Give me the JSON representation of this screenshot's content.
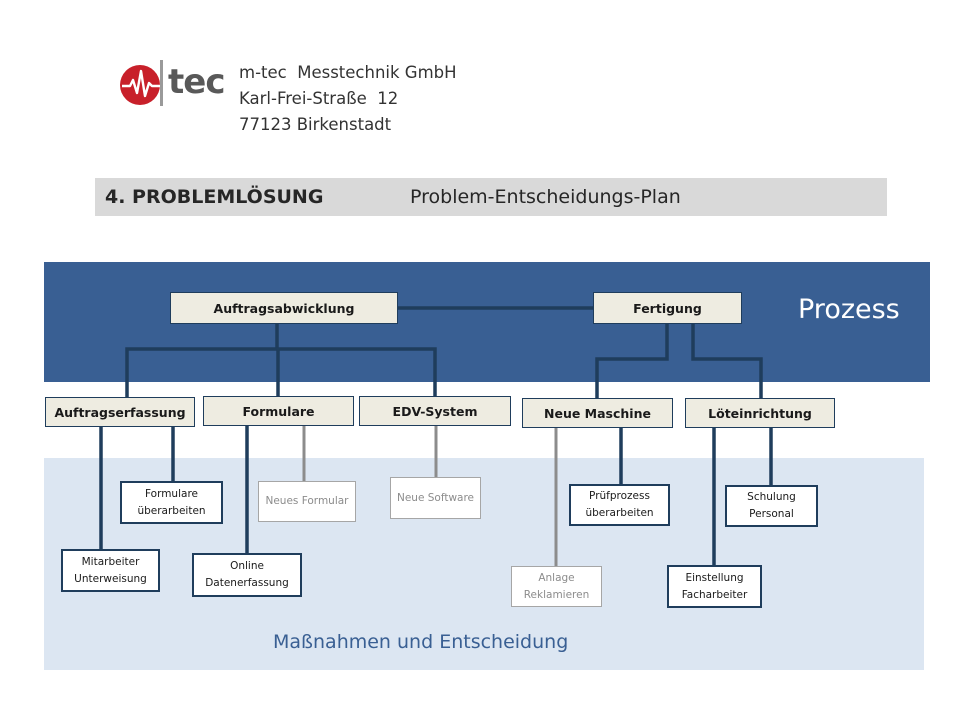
{
  "company": {
    "logo_text": "tec",
    "name": "m-tec  Messtechnik GmbH",
    "street": "Karl-Frei-Straße  12",
    "city": "77123 Birkenstadt"
  },
  "header": {
    "section": "4. PROBLEMLÖSUNG",
    "title": "Problem-Entscheidungs-Plan"
  },
  "diagram": {
    "top_band_label": "Prozess",
    "bottom_band_label": "Maßnahmen und Entscheidung",
    "level1": {
      "auftragsabwicklung": "Auftragsabwicklung",
      "fertigung": "Fertigung"
    },
    "level2": {
      "auftragserfassung": "Auftragserfassung",
      "formulare": "Formulare",
      "edv_system": "EDV-System",
      "neue_maschine": "Neue Maschine",
      "loeteinrichtung": "Löteinrichtung"
    },
    "leaves": {
      "mitarbeiter_unterweisung": "Mitarbeiter Unterweisung",
      "formulare_ueberarbeiten": "Formulare überarbeiten",
      "online_datenerfassung": "Online Datenerfassung",
      "neues_formular": "Neues Formular",
      "neue_software": "Neue Software",
      "anlage_reklamieren": "Anlage Reklamieren",
      "pruefprozess_ueberarbeiten": "Prüfprozess überarbeiten",
      "einstellung_facharbeiter": "Einstellung Facharbeiter",
      "schulung_personal": "Schulung Personal"
    },
    "colors": {
      "band_top": "#395f93",
      "band_bottom": "#dce6f2",
      "line_dark": "#1f3d5c",
      "line_grey": "#8c8c8c",
      "logo_red": "#c8202a"
    }
  }
}
